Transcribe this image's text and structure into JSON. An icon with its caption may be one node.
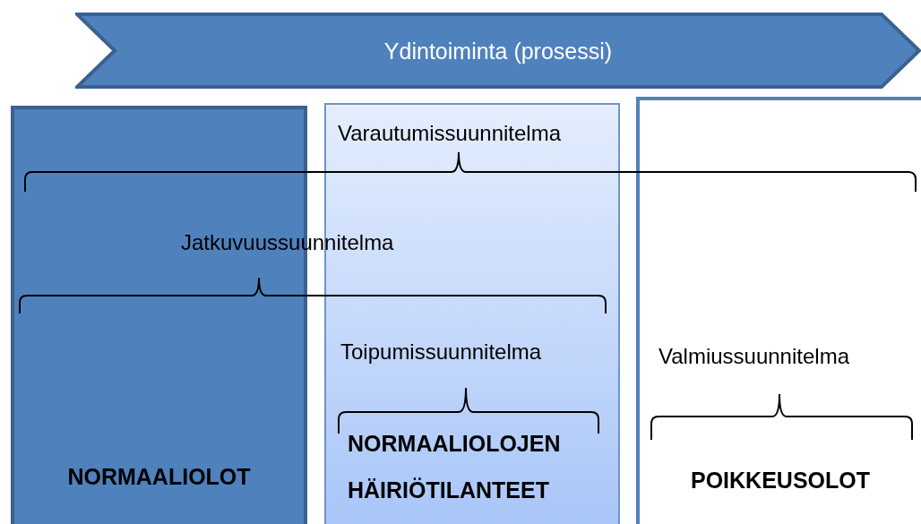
{
  "diagram": {
    "nodes": [
      {
        "text": [
          "Ydintoiminta (prosessi)"
        ]
      },
      {
        "text": [
          "NORMAALIOLOT"
        ]
      },
      {
        "text": [
          "NORMAALIOLOJEN HÄIRIÖTILANTEET"
        ]
      },
      {
        "text": [
          "POIKKEUSOLOT"
        ]
      }
    ],
    "edges": [],
    "labels": [
      "Varautumissuunnitelma",
      "Jatkuvuussuunnitelma",
      "Toipumissuunnitelma",
      "Valmiussuunnitelma"
    ]
  }
}
